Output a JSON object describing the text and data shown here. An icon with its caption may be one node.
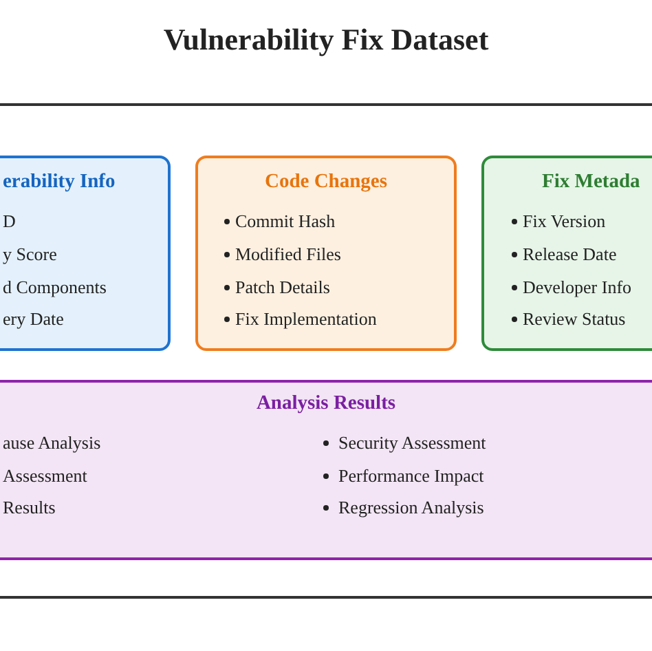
{
  "diagram": {
    "title": "Vulnerability Fix Dataset",
    "nodes": [
      {
        "text": [],
        "shape": "box"
      },
      {
        "text": [
          "erability Info",
          "D",
          "y Score",
          "d Components",
          "ery Date"
        ],
        "in": 0
      },
      {
        "text": [
          "Code Changes",
          "Commit Hash",
          "Modified Files",
          "Patch Details",
          "Fix Implementation"
        ],
        "in": 0
      },
      {
        "text": [
          "Fix Metada",
          "Fix Version",
          "Release Date",
          "Developer Info",
          "Review Status"
        ],
        "in": 0
      },
      {
        "text": [
          "Analysis Results",
          "ause Analysis",
          "Security Assessment",
          "Assessment",
          "Performance Impact",
          "Results",
          "Regression Analysis"
        ],
        "in": 0
      }
    ],
    "edges": []
  }
}
